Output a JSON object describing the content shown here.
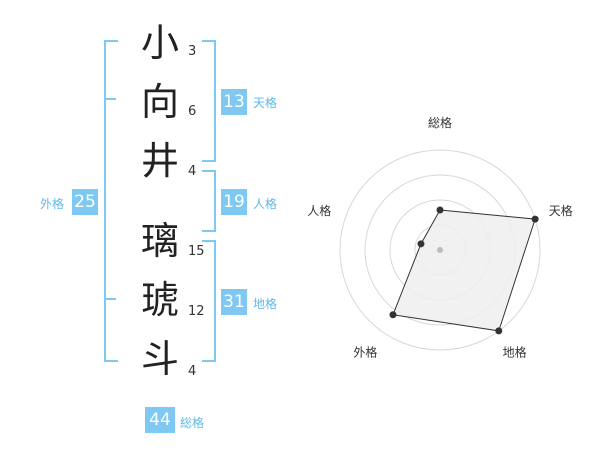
{
  "characters": [
    {
      "char": "小",
      "strokes": "3"
    },
    {
      "char": "向",
      "strokes": "6"
    },
    {
      "char": "井",
      "strokes": "4"
    },
    {
      "char": "璃",
      "strokes": "15"
    },
    {
      "char": "琥",
      "strokes": "12"
    },
    {
      "char": "斗",
      "strokes": "4"
    }
  ],
  "kakusu": {
    "tenkaku": {
      "value": "13",
      "label": "天格"
    },
    "jinkaku": {
      "value": "19",
      "label": "人格"
    },
    "chikaku": {
      "value": "31",
      "label": "地格"
    },
    "gaikaku": {
      "value": "25",
      "label": "外格"
    },
    "soukaku": {
      "value": "44",
      "label": "総格"
    }
  },
  "chart_data": {
    "type": "radar",
    "axes": [
      "総格",
      "天格",
      "地格",
      "外格",
      "人格"
    ],
    "values": [
      2,
      5,
      5,
      4,
      1
    ],
    "max": 5,
    "rings": 4
  },
  "colors": {
    "accent": "#7ec8f2",
    "accent_text": "#5fb8ea",
    "radar_fill": "#eeeeee",
    "radar_stroke": "#333333",
    "ring": "#d8d8d8"
  }
}
